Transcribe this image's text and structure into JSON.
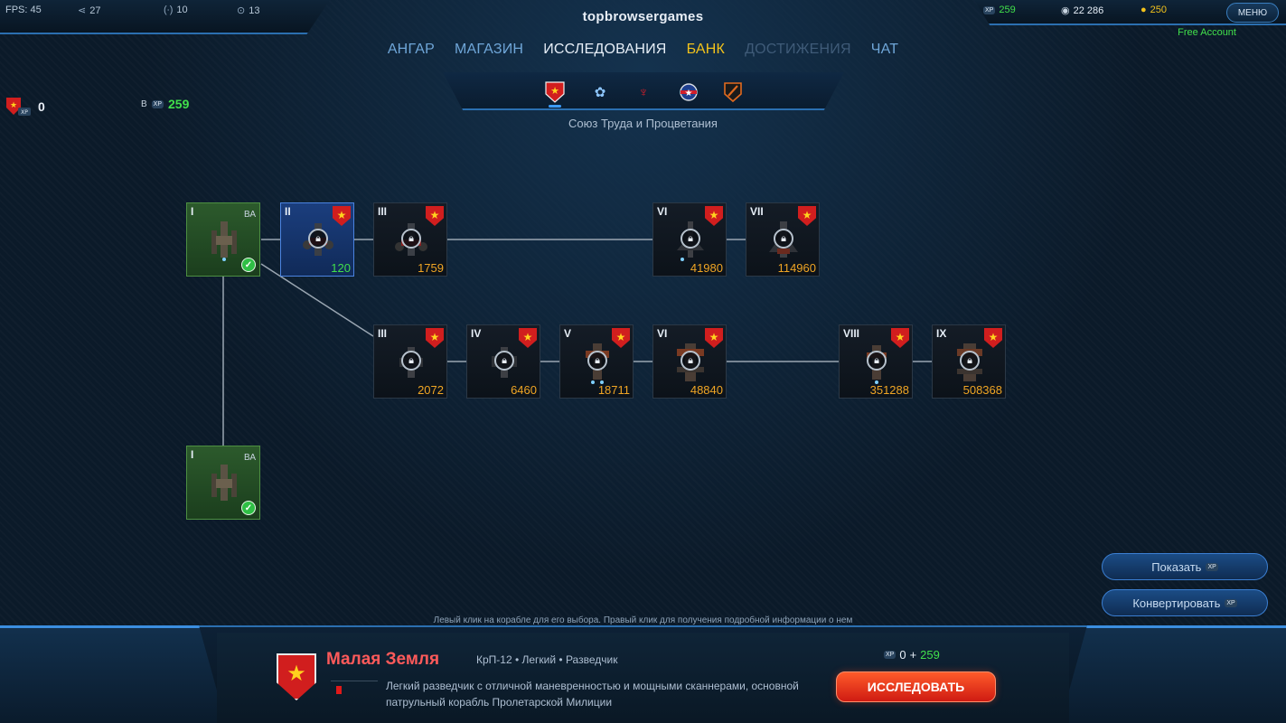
{
  "topbar": {
    "fps": "FPS: 45",
    "stat_1": "27",
    "stat_2": "10",
    "stat_3": "13",
    "site_title": "topbrowsergames",
    "xp": "259",
    "credits": "22 286",
    "gold": "250",
    "menu_label": "МЕНЮ",
    "account": "Free Account"
  },
  "nav": {
    "items": [
      "АНГАР",
      "МАГАЗИН",
      "ИССЛЕДОВАНИЯ",
      "БАНК",
      "ДОСТИЖЕНИЯ",
      "ЧАТ"
    ]
  },
  "faction": {
    "name": "Союз Труда и Процветания",
    "icons": [
      "star-shield-icon",
      "flower-icon",
      "wings-icon",
      "star-roundel-icon",
      "slash-shield-icon"
    ]
  },
  "xp_panel": {
    "faction_xp": "0",
    "free_xp_prefix": "B",
    "free_xp": "259",
    "xp_tag": "XP"
  },
  "tree": {
    "nodes": [
      {
        "id": "n1",
        "tier": "I",
        "type": "ВА",
        "state": "researched"
      },
      {
        "id": "n2",
        "tier": "II",
        "cost": "120",
        "state": "selected"
      },
      {
        "id": "n3",
        "tier": "III",
        "cost": "1759",
        "state": "locked"
      },
      {
        "id": "n4",
        "tier": "VI",
        "cost": "41980",
        "state": "locked"
      },
      {
        "id": "n5",
        "tier": "VII",
        "cost": "114960",
        "state": "locked"
      },
      {
        "id": "n6",
        "tier": "III",
        "cost": "2072",
        "state": "locked"
      },
      {
        "id": "n7",
        "tier": "IV",
        "cost": "6460",
        "state": "locked"
      },
      {
        "id": "n8",
        "tier": "V",
        "cost": "18711",
        "state": "locked"
      },
      {
        "id": "n9",
        "tier": "VI",
        "cost": "48840",
        "state": "locked"
      },
      {
        "id": "n10",
        "tier": "VIII",
        "cost": "351288",
        "state": "locked"
      },
      {
        "id": "n11",
        "tier": "IX",
        "cost": "508368",
        "state": "locked"
      },
      {
        "id": "n12",
        "tier": "I",
        "type": "ВА",
        "state": "researched"
      }
    ]
  },
  "buttons": {
    "show": "Показать",
    "convert": "Конвертировать",
    "xp_tag": "XP"
  },
  "hint": "Левый клик на корабле для его выбора. Правый клик для получения подробной информации о нем",
  "selected_ship": {
    "name": "Малая Земля",
    "meta": "КрП-12 • Легкий • Разведчик",
    "description": "Легкий разведчик с отличной маневренностью и мощными сканнерами, основной патрульный корабль Пролетарской Милиции",
    "xp_have": "0",
    "xp_plus": "+",
    "xp_free": "259",
    "research_label": "ИССЛЕДОВАТЬ"
  },
  "colors": {
    "accent_blue": "#2b6fb0",
    "xp_green": "#41e04b",
    "cost_orange": "#f0a524",
    "faction_red": "#d11e1e",
    "bank_yellow": "#f2c21b"
  }
}
